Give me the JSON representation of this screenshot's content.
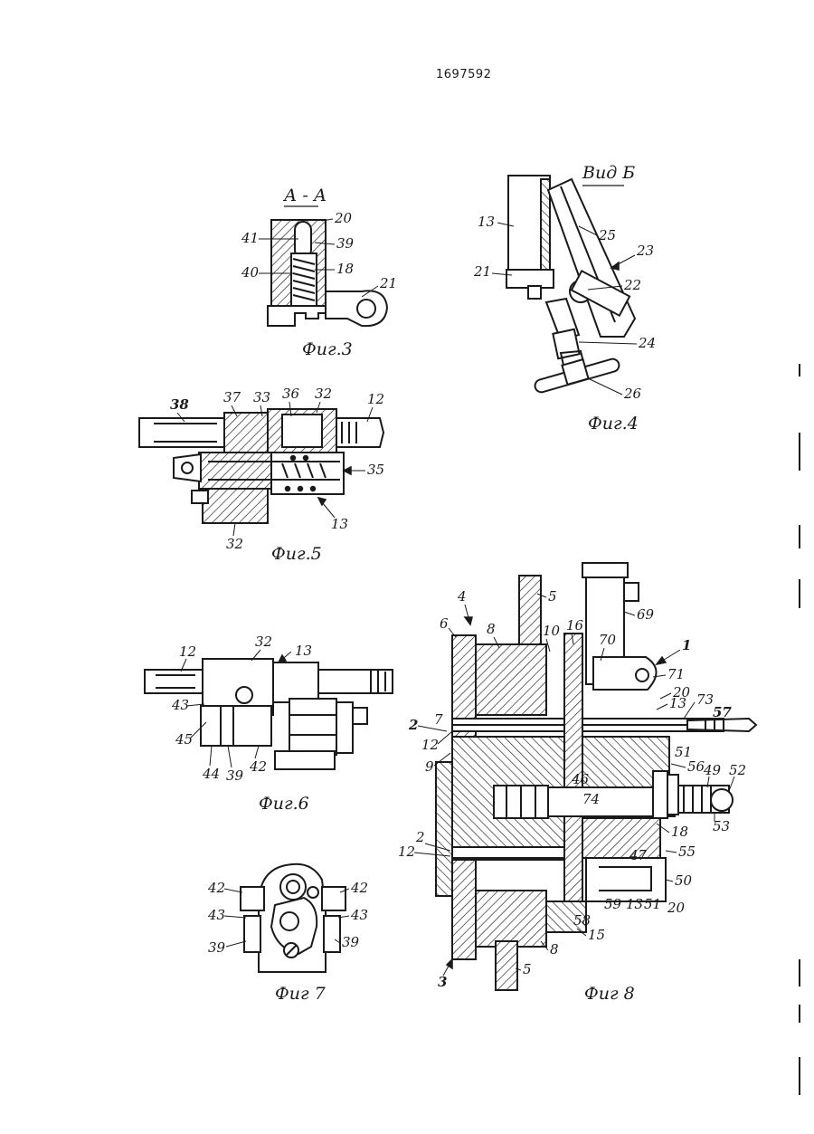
{
  "patent_number": "1697592",
  "figures": [
    {
      "id": "fig3",
      "caption": "Фиг.3",
      "section_label": "А - А",
      "labels": [
        "20",
        "41",
        "39",
        "40",
        "18",
        "21"
      ]
    },
    {
      "id": "fig4",
      "caption": "Фиг.4",
      "view_label": "Вид Б",
      "labels": [
        "13",
        "25",
        "23",
        "21",
        "22",
        "24",
        "26"
      ]
    },
    {
      "id": "fig5",
      "caption": "Фиг.5",
      "labels": [
        "38",
        "37",
        "33",
        "36",
        "32",
        "12",
        "35",
        "13",
        "32"
      ]
    },
    {
      "id": "fig6",
      "caption": "Фиг.6",
      "labels": [
        "12",
        "32",
        "13",
        "43",
        "45",
        "44",
        "39",
        "42"
      ]
    },
    {
      "id": "fig7",
      "caption": "Фиг 7",
      "labels": [
        "42",
        "42",
        "43",
        "43",
        "39",
        "39"
      ]
    },
    {
      "id": "fig8",
      "caption": "Фиг 8",
      "labels": [
        "5",
        "69",
        "4",
        "6",
        "8",
        "10",
        "16",
        "70",
        "1",
        "71",
        "20",
        "13",
        "73",
        "57",
        "2",
        "7",
        "12",
        "9",
        "51",
        "56",
        "49",
        "52",
        "46",
        "74",
        "18",
        "53",
        "2",
        "12",
        "47",
        "55",
        "50",
        "58",
        "59",
        "13",
        "51",
        "20",
        "15",
        "8",
        "3",
        "5"
      ]
    }
  ]
}
